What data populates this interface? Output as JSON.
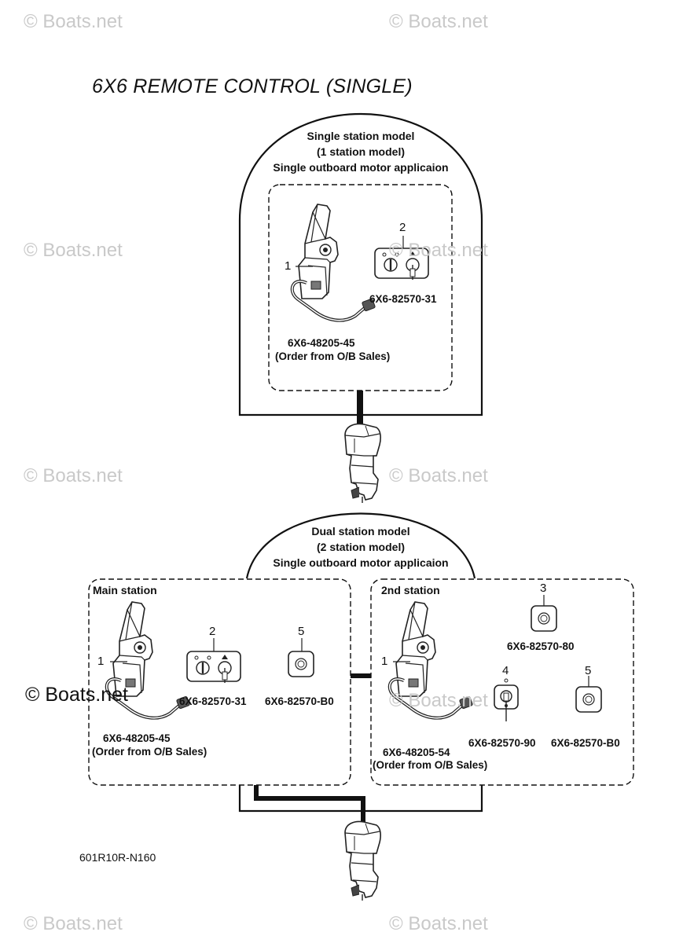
{
  "title": "6X6 REMOTE CONTROL (SINGLE)",
  "drawing_code": "601R10R-N160",
  "watermark_text": "© Boats.net",
  "single_station": {
    "heading": [
      "Single station model",
      "(1 station model)",
      "Single outboard motor applicaion"
    ],
    "parts": [
      {
        "callout": "1",
        "part_no": "6X6-48205-45",
        "note": "(Order from O/B Sales)",
        "icon": "remote-control-box-icon"
      },
      {
        "callout": "2",
        "part_no": "6X6-82570-31",
        "icon": "main-switch-panel-icon"
      }
    ]
  },
  "dual_station": {
    "heading": [
      "Dual station model",
      "(2 station model)",
      "Single outboard motor applicaion"
    ],
    "main_station": {
      "label": "Main station",
      "parts": [
        {
          "callout": "1",
          "part_no": "6X6-48205-45",
          "note": "(Order from O/B Sales)",
          "icon": "remote-control-box-icon"
        },
        {
          "callout": "2",
          "part_no": "6X6-82570-31",
          "icon": "main-switch-panel-icon"
        },
        {
          "callout": "5",
          "part_no": "6X6-82570-B0",
          "icon": "push-button-switch-icon"
        }
      ]
    },
    "second_station": {
      "label": "2nd station",
      "parts": [
        {
          "callout": "1",
          "part_no": "6X6-48205-54",
          "note": "(Order from O/B Sales)",
          "icon": "remote-control-box-icon"
        },
        {
          "callout": "3",
          "part_no": "6X6-82570-80",
          "icon": "push-button-switch-icon"
        },
        {
          "callout": "4",
          "part_no": "6X6-82570-90",
          "icon": "key-switch-icon"
        },
        {
          "callout": "5",
          "part_no": "6X6-82570-B0",
          "icon": "push-button-switch-icon"
        }
      ]
    }
  },
  "outboard_motor_icon": "outboard-motor-icon"
}
